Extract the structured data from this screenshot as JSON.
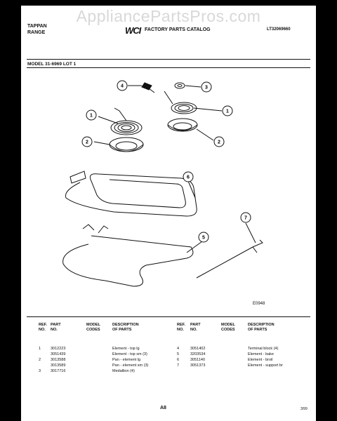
{
  "watermark": "AppliancePartsPros.com",
  "header": {
    "brand_line1": "TAPPAN",
    "brand_line2": "RANGE",
    "logo_text": "WCI",
    "catalog_title": "FACTORY PARTS CATALOG",
    "catalog_code": "LT32069660",
    "model_line": "MODEL 31-6969 LOT 1"
  },
  "diagram": {
    "callouts": [
      "1",
      "2",
      "3",
      "4",
      "5",
      "6",
      "7"
    ],
    "figure_code": "E0948"
  },
  "parts_table": {
    "headers": {
      "ref": [
        "REF.",
        "NO."
      ],
      "part": [
        "PART",
        "NO."
      ],
      "model": [
        "MODEL",
        "CODES"
      ],
      "desc": [
        "DESCRIPTION",
        "OF PARTS"
      ]
    },
    "left_rows": [
      {
        "ref": "1",
        "part": "3012223",
        "model": "",
        "desc": "Element - top lg"
      },
      {
        "ref": "",
        "part": "3051439",
        "model": "",
        "desc": "Element - top sm (3)"
      },
      {
        "ref": "2",
        "part": "3013588",
        "model": "",
        "desc": "Pan - element lg"
      },
      {
        "ref": "",
        "part": "3013589",
        "model": "",
        "desc": "Pan - element sm (3)"
      },
      {
        "ref": "3",
        "part": "3017716",
        "model": "",
        "desc": "Medallion (4)"
      }
    ],
    "right_rows": [
      {
        "ref": "4",
        "part": "3051402",
        "model": "",
        "desc": "Terminal block (4)"
      },
      {
        "ref": "5",
        "part": "3203534",
        "model": "",
        "desc": "Element - bake"
      },
      {
        "ref": "6",
        "part": "3051140",
        "model": "",
        "desc": "Element - broil"
      },
      {
        "ref": "7",
        "part": "3051373",
        "model": "",
        "desc": "Element - support br"
      }
    ]
  },
  "footer": {
    "page_label": "A8",
    "date": "3/99"
  }
}
